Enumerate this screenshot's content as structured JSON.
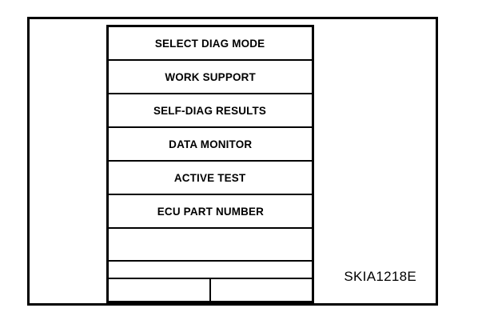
{
  "figure": {
    "caption": "SKIA1218E",
    "background_color": "#ffffff",
    "line_color": "#000000"
  },
  "menu": {
    "title": "SELECT DIAG MODE",
    "rows": [
      {
        "label": "SELECT DIAG MODE",
        "type": "header"
      },
      {
        "label": "WORK SUPPORT",
        "type": "item"
      },
      {
        "label": "SELF-DIAG RESULTS",
        "type": "item"
      },
      {
        "label": "DATA MONITOR",
        "type": "item"
      },
      {
        "label": "ACTIVE TEST",
        "type": "item"
      },
      {
        "label": "ECU PART NUMBER",
        "type": "item"
      },
      {
        "label": "",
        "type": "blank-tall"
      },
      {
        "label": "",
        "type": "blank-short"
      }
    ],
    "bottom_row": {
      "left_label": "",
      "right_label": ""
    }
  }
}
